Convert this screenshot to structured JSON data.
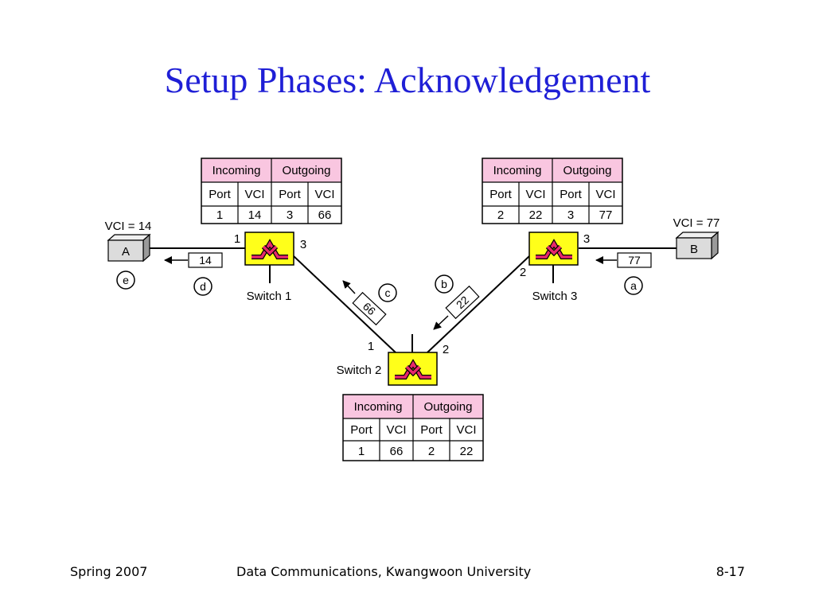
{
  "title": "Setup Phases: Acknowledgement",
  "footer": {
    "left": "Spring 2007",
    "center": "Data Communications, Kwangwoon University",
    "right": "8-17"
  },
  "colors": {
    "title": "#1f1fd6",
    "table_header": "#f9c6e0",
    "switch_fill": "#ffff1a",
    "switch_symbol": "#e8286b",
    "host_fill": "#dcdcdc"
  },
  "table_headers": {
    "incoming": "Incoming",
    "outgoing": "Outgoing",
    "port": "Port",
    "vci": "VCI"
  },
  "switches": {
    "s1": {
      "label": "Switch 1",
      "table": {
        "in_port": "1",
        "in_vci": "14",
        "out_port": "3",
        "out_vci": "66"
      },
      "port_left": "1",
      "port_right": "3"
    },
    "s2": {
      "label": "Switch 2",
      "table": {
        "in_port": "1",
        "in_vci": "66",
        "out_port": "2",
        "out_vci": "22"
      },
      "port_left": "1",
      "port_right": "2"
    },
    "s3": {
      "label": "Switch 3",
      "table": {
        "in_port": "2",
        "in_vci": "22",
        "out_port": "3",
        "out_vci": "77"
      },
      "port_left": "2",
      "port_right": "3"
    }
  },
  "hosts": {
    "a": {
      "label": "A",
      "vci_label": "VCI = 14"
    },
    "b": {
      "label": "B",
      "vci_label": "VCI = 77"
    }
  },
  "frames": {
    "a": "77",
    "b": "22",
    "c": "66",
    "d": "14"
  },
  "steps": {
    "a": "a",
    "b": "b",
    "c": "c",
    "d": "d",
    "e": "e"
  }
}
